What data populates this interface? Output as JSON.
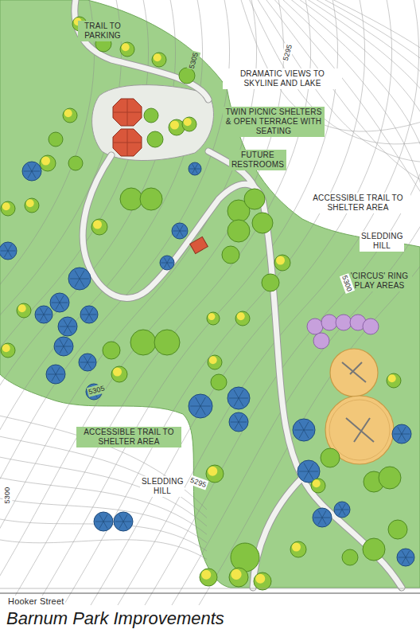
{
  "diagram": {
    "title": "Barnum Park Improvements",
    "labels": [
      "TRAIL TO PARKING",
      "DRAMATIC VIEWS TO SKYLINE AND LAKE",
      "TWIN PICNIC SHELTERS & OPEN TERRACE WITH SEATING",
      "FUTURE RESTROOMS",
      "ACCESSIBLE TRAIL TO SHELTER AREA",
      "SLEDDING HILL",
      "'CIRCUS' RING PLAY AREAS",
      "ACCESSIBLE TRAIL TO SHELTER AREA",
      "SLEDDING HILL",
      "Hooker Street",
      "5305",
      "5295",
      "5300",
      "5305",
      "5295",
      "5300"
    ]
  }
}
